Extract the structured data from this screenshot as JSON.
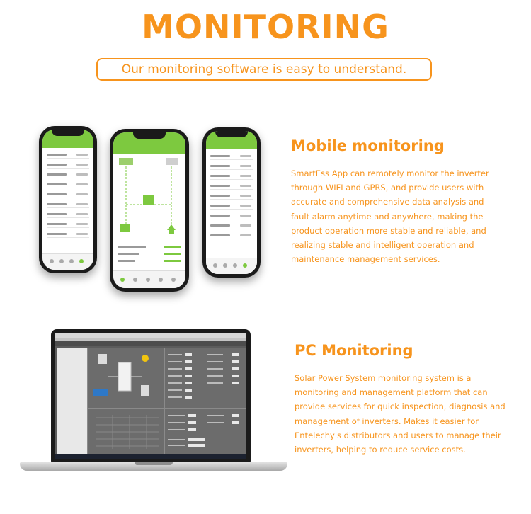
{
  "header": {
    "title": "MONITORING",
    "subtitle": "Our monitoring software is easy to understand."
  },
  "mobile": {
    "heading": "Mobile monitoring",
    "description": "SmartEss App can remotely monitor the inverter through WIFI and GPRS, and provide users with accurate and comprehensive data analysis and fault alarm anytime and anywhere, making the product operation more stable and reliable, and realizing stable and intelligent operation and maintenance management services."
  },
  "pc": {
    "heading": "PC Monitoring",
    "description": "Solar Power System monitoring system is a monitoring and management platform that can provide services for quick inspection, diagnosis and management of inverters. Makes it easier for Entelechy's distributors and users to manage their inverters, helping to reduce service costs."
  },
  "colors": {
    "accent": "#f7941d",
    "app_green": "#7dc93f"
  }
}
